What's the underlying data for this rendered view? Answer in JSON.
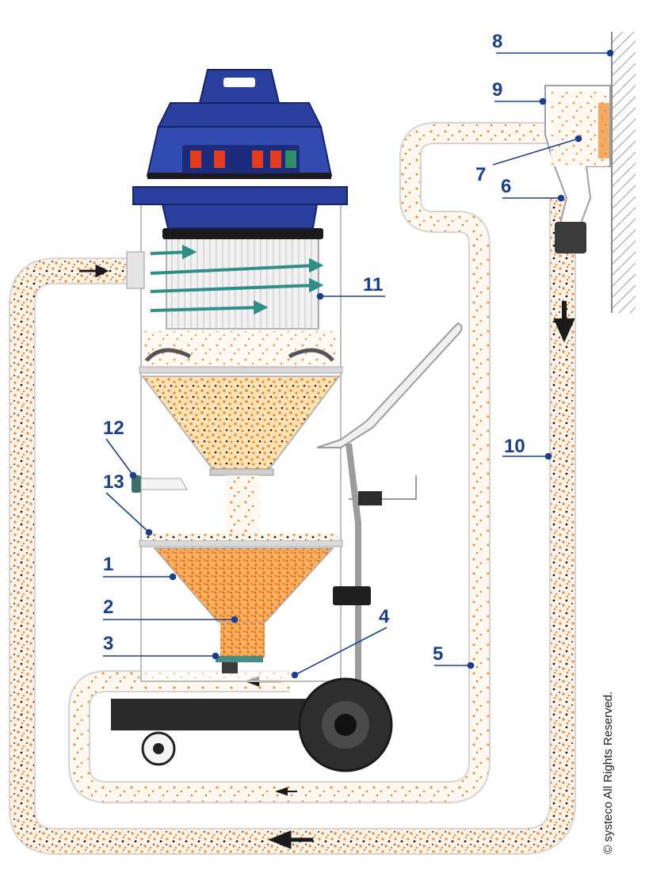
{
  "callouts": [
    {
      "id": "1",
      "label": "1"
    },
    {
      "id": "2",
      "label": "2"
    },
    {
      "id": "3",
      "label": "3"
    },
    {
      "id": "4",
      "label": "4"
    },
    {
      "id": "5",
      "label": "5"
    },
    {
      "id": "6",
      "label": "6"
    },
    {
      "id": "7",
      "label": "7"
    },
    {
      "id": "8",
      "label": "8"
    },
    {
      "id": "9",
      "label": "9"
    },
    {
      "id": "10",
      "label": "10"
    },
    {
      "id": "11",
      "label": "11"
    },
    {
      "id": "12",
      "label": "12"
    },
    {
      "id": "13",
      "label": "13"
    }
  ],
  "copyright": "© systeco All Rights Reserved.",
  "colors": {
    "label_blue": "#1b3f8f",
    "motor_blue": "#2a3f9e",
    "particle_orange": "#f08a24",
    "particle_dark": "#1a1a1a",
    "hose_fill": "#fdf6ee",
    "frame_grey": "#b8b8b8"
  }
}
